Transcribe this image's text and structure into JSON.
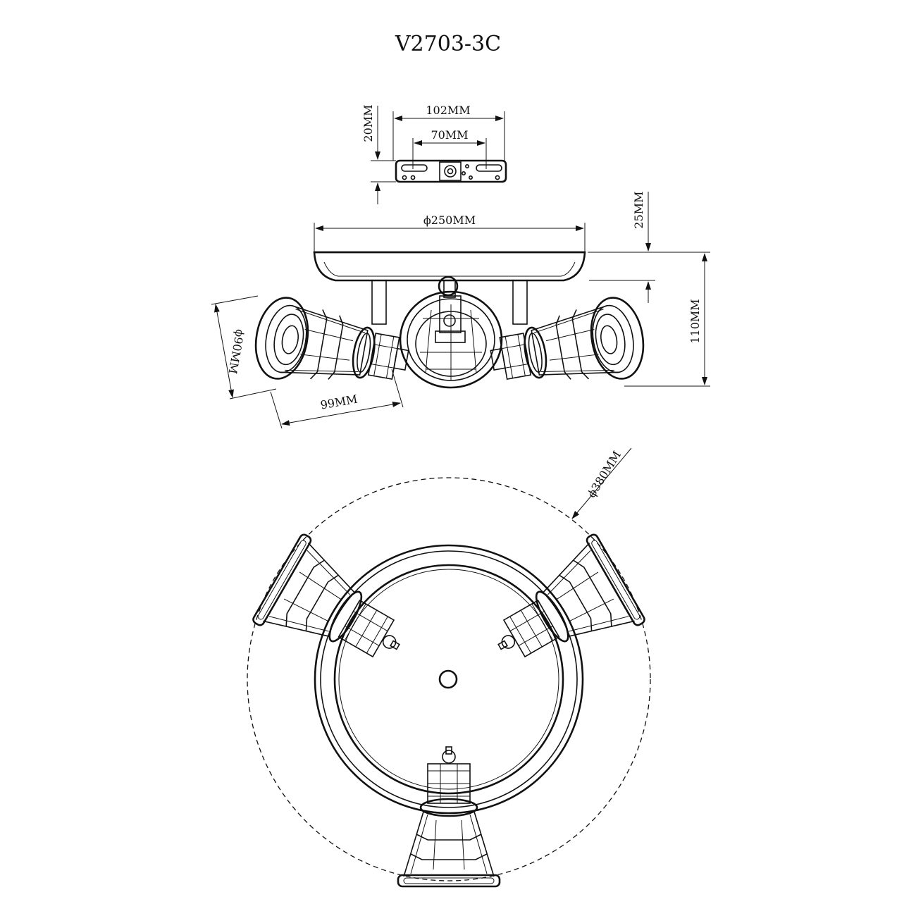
{
  "title": "V2703-3C",
  "dimensions": {
    "bracket_width": "102MM",
    "bracket_hole_spacing": "70MM",
    "bracket_height": "20MM",
    "canopy_diameter": "ϕ250MM",
    "canopy_height": "25MM",
    "total_height": "110MM",
    "shade_diameter": "ϕ90MM",
    "shade_length": "99MM",
    "overall_diameter": "ϕ380MM"
  },
  "views": [
    "mounting-bracket",
    "side-elevation",
    "top-plan"
  ]
}
